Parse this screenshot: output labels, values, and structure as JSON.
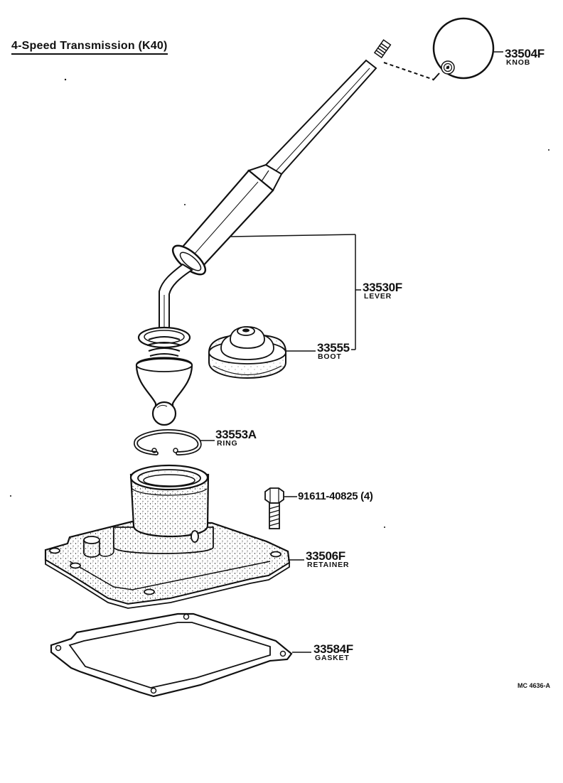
{
  "title": "4-Speed Transmission (K40)",
  "reference_code": "MC 4636-A",
  "parts": {
    "knob": {
      "number": "33504F",
      "name": "KNOB"
    },
    "lever": {
      "number": "33530F",
      "name": "LEVER"
    },
    "boot": {
      "number": "33555",
      "name": "BOOT"
    },
    "ring": {
      "number": "33553A",
      "name": "RING"
    },
    "bolt": {
      "number": "91611-40825 (4)"
    },
    "retainer": {
      "number": "33506F",
      "name": "RETAINER"
    },
    "gasket": {
      "number": "33584F",
      "name": "GASKET"
    }
  }
}
